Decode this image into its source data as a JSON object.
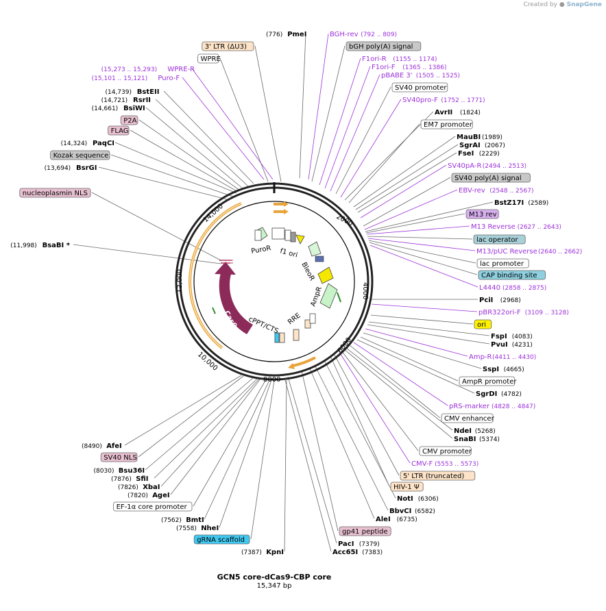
{
  "credit": {
    "prefix": "Created by",
    "brand": "SnapGene"
  },
  "plasmid": {
    "name": "GCN5 core-dCas9-CBP core",
    "size": "15,347 bp"
  },
  "colors": {
    "enzyme": "#000000",
    "primer": "#9b30d8",
    "backbone": "#222222",
    "cas9": "#8c2a5a",
    "orange_feature": "#e8a43a",
    "yellow_arrow": "#f5e800",
    "green_arrow": "#c8f2c8",
    "blue_feature": "#5a6fb0"
  },
  "ring_ticks": [
    "2000",
    "4000",
    "6000",
    "8000",
    "10,000",
    "12,000",
    "14,000"
  ],
  "feature_labels": [
    "PuroR",
    "f1 ori",
    "BleoR",
    "AmpR",
    "RRE",
    "cPPT/CTS",
    "Cas9"
  ],
  "labels": [
    {
      "id": "l01",
      "parts": [
        {
          "t": "(776)",
          "k": "pos"
        },
        {
          "t": "PmeI",
          "k": "enz"
        }
      ]
    },
    {
      "id": "l02",
      "parts": [
        {
          "t": "BGH-rev",
          "k": "pr"
        },
        {
          "t": "(792 .. 809)",
          "k": "prpos"
        }
      ]
    },
    {
      "id": "l03",
      "parts": [
        {
          "t": "3' LTR (ΔU3)",
          "k": "box",
          "bg": "#fde3c8"
        }
      ]
    },
    {
      "id": "l04",
      "parts": [
        {
          "t": "bGH poly(A) signal",
          "k": "box",
          "bg": "#c8c8c8"
        }
      ]
    },
    {
      "id": "l05",
      "parts": [
        {
          "t": "WPRE",
          "k": "box",
          "bg": "#ffffff"
        }
      ]
    },
    {
      "id": "l06",
      "parts": [
        {
          "t": "F1ori-R",
          "k": "pr"
        },
        {
          "t": "(1155 .. 1174)",
          "k": "prpos"
        }
      ]
    },
    {
      "id": "l07",
      "parts": [
        {
          "t": "F1ori-F",
          "k": "pr"
        },
        {
          "t": "(1365 .. 1386)",
          "k": "prpos"
        }
      ]
    },
    {
      "id": "l08",
      "parts": [
        {
          "t": "(15,273 .. 15,293)",
          "k": "prpos"
        },
        {
          "t": "WPRE-R",
          "k": "pr"
        }
      ]
    },
    {
      "id": "l09",
      "parts": [
        {
          "t": "pBABE 3'",
          "k": "pr"
        },
        {
          "t": "(1505 .. 1525)",
          "k": "prpos"
        }
      ]
    },
    {
      "id": "l10",
      "parts": [
        {
          "t": "(15,101 .. 15,121)",
          "k": "prpos"
        },
        {
          "t": "Puro-F",
          "k": "pr"
        }
      ]
    },
    {
      "id": "l11",
      "parts": [
        {
          "t": "SV40 promoter",
          "k": "box",
          "bg": "#ffffff"
        }
      ]
    },
    {
      "id": "l12",
      "parts": [
        {
          "t": "(14,739)",
          "k": "pos"
        },
        {
          "t": "BstEII",
          "k": "enz"
        }
      ]
    },
    {
      "id": "l13",
      "parts": [
        {
          "t": "(14,721)",
          "k": "pos"
        },
        {
          "t": "RsrII",
          "k": "enz"
        }
      ]
    },
    {
      "id": "l14",
      "parts": [
        {
          "t": "SV40pro-F",
          "k": "pr"
        },
        {
          "t": "(1752 .. 1771)",
          "k": "prpos"
        }
      ]
    },
    {
      "id": "l15",
      "parts": [
        {
          "t": "(14,661)",
          "k": "pos"
        },
        {
          "t": "BsiWI",
          "k": "enz"
        }
      ]
    },
    {
      "id": "l16",
      "parts": [
        {
          "t": "AvrII",
          "k": "enz"
        },
        {
          "t": "(1824)",
          "k": "pos"
        }
      ]
    },
    {
      "id": "l17",
      "parts": [
        {
          "t": "P2A",
          "k": "box",
          "bg": "#e8c0d0"
        }
      ]
    },
    {
      "id": "l18",
      "parts": [
        {
          "t": "EM7 promoter",
          "k": "box",
          "bg": "#ffffff"
        }
      ]
    },
    {
      "id": "l19",
      "parts": [
        {
          "t": "FLAG",
          "k": "box",
          "bg": "#e8c0d0"
        }
      ]
    },
    {
      "id": "l20",
      "parts": [
        {
          "t": "MauBI",
          "k": "enz"
        },
        {
          "t": "(1989)",
          "k": "pos"
        }
      ]
    },
    {
      "id": "l21",
      "parts": [
        {
          "t": "(14,324)",
          "k": "pos"
        },
        {
          "t": "PaqCI",
          "k": "enz"
        }
      ]
    },
    {
      "id": "l22",
      "parts": [
        {
          "t": "SgrAI",
          "k": "enz"
        },
        {
          "t": "(2067)",
          "k": "pos"
        }
      ]
    },
    {
      "id": "l23",
      "parts": [
        {
          "t": "FseI",
          "k": "enz"
        },
        {
          "t": "(2229)",
          "k": "pos"
        }
      ]
    },
    {
      "id": "l24",
      "parts": [
        {
          "t": "Kozak sequence",
          "k": "box",
          "bg": "#c8c8c8"
        }
      ]
    },
    {
      "id": "l25",
      "parts": [
        {
          "t": "SV40pA-R",
          "k": "pr"
        },
        {
          "t": "(2494 .. 2513)",
          "k": "prpos"
        }
      ]
    },
    {
      "id": "l26",
      "parts": [
        {
          "t": "(13,694)",
          "k": "pos"
        },
        {
          "t": "BsrGI",
          "k": "enz"
        }
      ]
    },
    {
      "id": "l27",
      "parts": [
        {
          "t": "SV40 poly(A) signal",
          "k": "box",
          "bg": "#c8c8c8"
        }
      ]
    },
    {
      "id": "l28",
      "parts": [
        {
          "t": "EBV-rev",
          "k": "pr"
        },
        {
          "t": "(2548 .. 2567)",
          "k": "prpos"
        }
      ]
    },
    {
      "id": "l29",
      "parts": [
        {
          "t": "nucleoplasmin NLS",
          "k": "box",
          "bg": "#e8c0d0"
        }
      ]
    },
    {
      "id": "l30",
      "parts": [
        {
          "t": "BstZ17I",
          "k": "enz"
        },
        {
          "t": "(2589)",
          "k": "pos"
        }
      ]
    },
    {
      "id": "l31",
      "parts": [
        {
          "t": "M13 rev",
          "k": "box",
          "bg": "#d8b0f0"
        }
      ]
    },
    {
      "id": "l32",
      "parts": [
        {
          "t": "M13 Reverse",
          "k": "pr"
        },
        {
          "t": "(2627 .. 2643)",
          "k": "prpos"
        }
      ]
    },
    {
      "id": "l33",
      "parts": [
        {
          "t": "lac operator",
          "k": "box",
          "bg": "#a8d0d8"
        }
      ]
    },
    {
      "id": "l34",
      "parts": [
        {
          "t": "(11,998)",
          "k": "pos"
        },
        {
          "t": "BsaBI *",
          "k": "enz"
        }
      ]
    },
    {
      "id": "l35",
      "parts": [
        {
          "t": "M13/pUC Reverse",
          "k": "pr"
        },
        {
          "t": "(2640 .. 2662)",
          "k": "prpos"
        }
      ]
    },
    {
      "id": "l36",
      "parts": [
        {
          "t": "lac promoter",
          "k": "box",
          "bg": "#ffffff"
        }
      ]
    },
    {
      "id": "l37",
      "parts": [
        {
          "t": "CAP binding site",
          "k": "box",
          "bg": "#8ed0e0"
        }
      ]
    },
    {
      "id": "l38",
      "parts": [
        {
          "t": "L4440",
          "k": "pr"
        },
        {
          "t": "(2858 .. 2875)",
          "k": "prpos"
        }
      ]
    },
    {
      "id": "l39",
      "parts": [
        {
          "t": "PciI",
          "k": "enz"
        },
        {
          "t": "(2968)",
          "k": "pos"
        }
      ]
    },
    {
      "id": "l40",
      "parts": [
        {
          "t": "pBR322ori-F",
          "k": "pr"
        },
        {
          "t": "(3109 .. 3128)",
          "k": "prpos"
        }
      ]
    },
    {
      "id": "l41",
      "parts": [
        {
          "t": "ori",
          "k": "box",
          "bg": "#fff200"
        }
      ]
    },
    {
      "id": "l42",
      "parts": [
        {
          "t": "FspI",
          "k": "enz"
        },
        {
          "t": "(4083)",
          "k": "pos"
        }
      ]
    },
    {
      "id": "l43",
      "parts": [
        {
          "t": "PvuI",
          "k": "enz"
        },
        {
          "t": "(4231)",
          "k": "pos"
        }
      ]
    },
    {
      "id": "l44",
      "parts": [
        {
          "t": "Amp-R",
          "k": "pr"
        },
        {
          "t": "(4411 .. 4430)",
          "k": "prpos"
        }
      ]
    },
    {
      "id": "l45",
      "parts": [
        {
          "t": "SspI",
          "k": "enz"
        },
        {
          "t": "(4665)",
          "k": "pos"
        }
      ]
    },
    {
      "id": "l46",
      "parts": [
        {
          "t": "AmpR promoter",
          "k": "box",
          "bg": "#ffffff"
        }
      ]
    },
    {
      "id": "l47",
      "parts": [
        {
          "t": "SgrDI",
          "k": "enz"
        },
        {
          "t": "(4782)",
          "k": "pos"
        }
      ]
    },
    {
      "id": "l48",
      "parts": [
        {
          "t": "pRS-marker",
          "k": "pr"
        },
        {
          "t": "(4828 .. 4847)",
          "k": "prpos"
        }
      ]
    },
    {
      "id": "l49",
      "parts": [
        {
          "t": "CMV enhancer",
          "k": "box",
          "bg": "#ffffff"
        }
      ]
    },
    {
      "id": "l50",
      "parts": [
        {
          "t": "NdeI",
          "k": "enz"
        },
        {
          "t": "(5268)",
          "k": "pos"
        }
      ]
    },
    {
      "id": "l51",
      "parts": [
        {
          "t": "SnaBI",
          "k": "enz"
        },
        {
          "t": "(5374)",
          "k": "pos"
        }
      ]
    },
    {
      "id": "l52",
      "parts": [
        {
          "t": "(8490)",
          "k": "pos"
        },
        {
          "t": "AfeI",
          "k": "enz"
        }
      ]
    },
    {
      "id": "l53",
      "parts": [
        {
          "t": "CMV promoter",
          "k": "box",
          "bg": "#ffffff"
        }
      ]
    },
    {
      "id": "l54",
      "parts": [
        {
          "t": "SV40 NLS",
          "k": "box",
          "bg": "#e8c0d0"
        }
      ]
    },
    {
      "id": "l55",
      "parts": [
        {
          "t": "CMV-F",
          "k": "pr"
        },
        {
          "t": "(5553 .. 5573)",
          "k": "prpos"
        }
      ]
    },
    {
      "id": "l56",
      "parts": [
        {
          "t": "(8030)",
          "k": "pos"
        },
        {
          "t": "Bsu36I",
          "k": "enz"
        }
      ]
    },
    {
      "id": "l57",
      "parts": [
        {
          "t": "5' LTR (truncated)",
          "k": "box",
          "bg": "#fde3c8"
        }
      ]
    },
    {
      "id": "l58",
      "parts": [
        {
          "t": "(7876)",
          "k": "pos"
        },
        {
          "t": "SfiI",
          "k": "enz"
        }
      ]
    },
    {
      "id": "l59",
      "parts": [
        {
          "t": "(7826)",
          "k": "pos"
        },
        {
          "t": "XbaI",
          "k": "enz"
        }
      ]
    },
    {
      "id": "l60",
      "parts": [
        {
          "t": "HIV-1 Ψ",
          "k": "box",
          "bg": "#fde3c8"
        }
      ]
    },
    {
      "id": "l61",
      "parts": [
        {
          "t": "(7820)",
          "k": "pos"
        },
        {
          "t": "AgeI",
          "k": "enz"
        }
      ]
    },
    {
      "id": "l62",
      "parts": [
        {
          "t": "NotI",
          "k": "enz"
        },
        {
          "t": "(6306)",
          "k": "pos"
        }
      ]
    },
    {
      "id": "l63",
      "parts": [
        {
          "t": "EF-1α core promoter",
          "k": "box",
          "bg": "#ffffff"
        }
      ]
    },
    {
      "id": "l64",
      "parts": [
        {
          "t": "BbvCI",
          "k": "enz"
        },
        {
          "t": "(6582)",
          "k": "pos"
        }
      ]
    },
    {
      "id": "l65",
      "parts": [
        {
          "t": "AleI",
          "k": "enz"
        },
        {
          "t": "(6735)",
          "k": "pos"
        }
      ]
    },
    {
      "id": "l66",
      "parts": [
        {
          "t": "(7562)",
          "k": "pos"
        },
        {
          "t": "BmtI",
          "k": "enz"
        }
      ]
    },
    {
      "id": "l67",
      "parts": [
        {
          "t": "(7558)",
          "k": "pos"
        },
        {
          "t": "NheI",
          "k": "enz"
        }
      ]
    },
    {
      "id": "l68",
      "parts": [
        {
          "t": "gp41 peptide",
          "k": "box",
          "bg": "#e8c0d0"
        }
      ]
    },
    {
      "id": "l69",
      "parts": [
        {
          "t": "gRNA scaffold",
          "k": "box",
          "bg": "#40c8f0"
        }
      ]
    },
    {
      "id": "l70",
      "parts": [
        {
          "t": "PacI",
          "k": "enz"
        },
        {
          "t": "(7379)",
          "k": "pos"
        }
      ]
    },
    {
      "id": "l71",
      "parts": [
        {
          "t": "(7387)",
          "k": "pos"
        },
        {
          "t": "KpnI",
          "k": "enz"
        }
      ]
    },
    {
      "id": "l72",
      "parts": [
        {
          "t": "Acc65I",
          "k": "enz"
        },
        {
          "t": "(7383)",
          "k": "pos"
        }
      ]
    }
  ]
}
